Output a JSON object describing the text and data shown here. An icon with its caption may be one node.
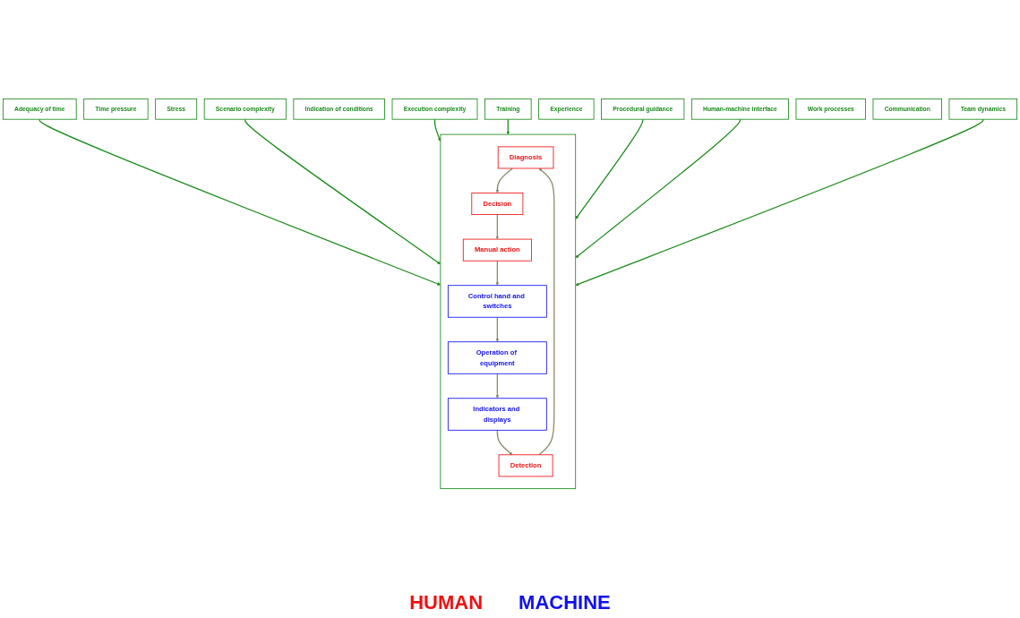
{
  "diagram": {
    "nodes": [
      {
        "text": [
          "Adequacy of time"
        ]
      },
      {
        "text": [
          "Time pressure"
        ]
      },
      {
        "text": [
          "Stress"
        ]
      },
      {
        "text": [
          "Scenario complexity"
        ]
      },
      {
        "text": [
          "Indication of conditions"
        ]
      },
      {
        "text": [
          "Execution complexity"
        ]
      },
      {
        "text": [
          "Training"
        ]
      },
      {
        "text": [
          "Experience"
        ]
      },
      {
        "text": [
          "Procedural guidance"
        ]
      },
      {
        "text": [
          "Human-machine interface"
        ]
      },
      {
        "text": [
          "Work processes"
        ]
      },
      {
        "text": [
          "Communication"
        ]
      },
      {
        "text": [
          "Team dynamics"
        ]
      },
      {
        "text": [],
        "shape": "box"
      },
      {
        "text": [
          "Diagnosis"
        ],
        "in": 13
      },
      {
        "text": [
          "Decision"
        ],
        "in": 13
      },
      {
        "text": [
          "Detection"
        ],
        "in": 13
      },
      {
        "text": [
          "Manual action"
        ],
        "in": 13
      },
      {
        "text": [
          "Indicators and displays"
        ],
        "in": 13
      },
      {
        "text": [
          "Control hand and switches"
        ],
        "in": 13
      },
      {
        "text": [
          "Operation of equipment"
        ],
        "in": 13
      }
    ],
    "edges": [
      {
        "from": 0,
        "to": 13,
        "arrow": "to"
      },
      {
        "from": 3,
        "to": 13,
        "arrow": "to"
      },
      {
        "from": 5,
        "to": 13,
        "arrow": "to"
      },
      {
        "from": 6,
        "to": 13,
        "arrow": "to"
      },
      {
        "from": 8,
        "to": 13,
        "arrow": "to"
      },
      {
        "from": 9,
        "to": 13,
        "arrow": "to"
      },
      {
        "from": 12,
        "to": 13,
        "arrow": "to"
      },
      {
        "from": 16,
        "to": 14,
        "arrow": "to",
        "color": "#8a8a6a"
      },
      {
        "from": 14,
        "to": 15,
        "arrow": "to",
        "color": "#8a8a6a"
      },
      {
        "from": 15,
        "to": 17,
        "arrow": "to",
        "color": "#8a8a6a"
      },
      {
        "from": 17,
        "to": 19,
        "arrow": "to",
        "color": "#8a8a6a"
      },
      {
        "from": 19,
        "to": 20,
        "arrow": "to",
        "color": "#8a8a6a"
      },
      {
        "from": 20,
        "to": 18,
        "arrow": "to",
        "color": "#8a8a6a"
      },
      {
        "from": 18,
        "to": 16,
        "arrow": "to",
        "color": "#8a8a6a"
      }
    ],
    "labels": [
      "HUMAN",
      "MACHINE"
    ]
  }
}
